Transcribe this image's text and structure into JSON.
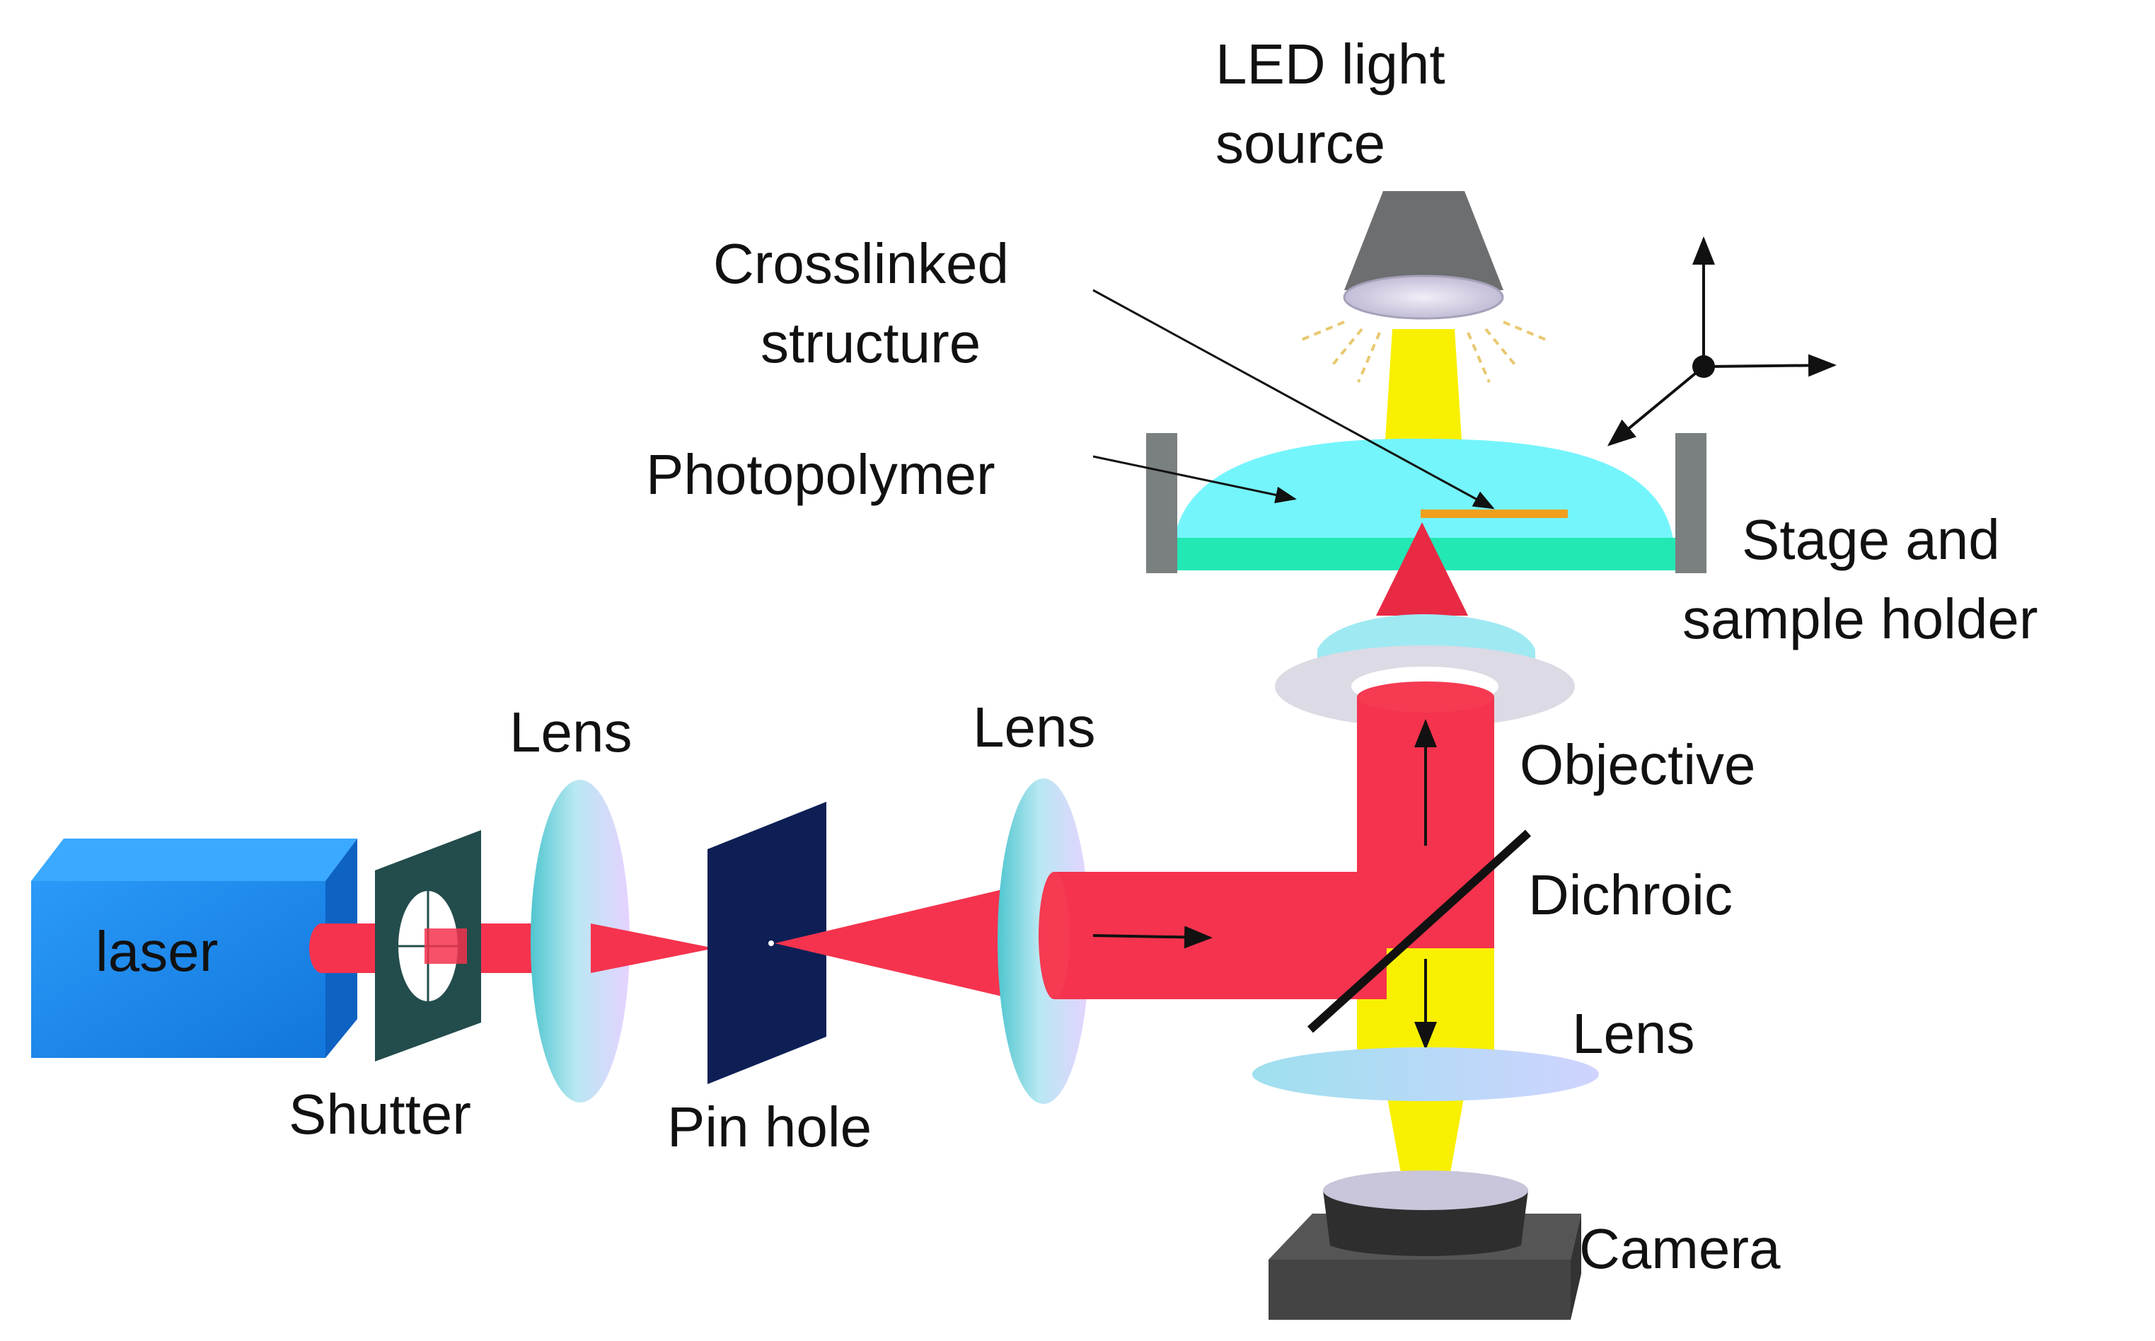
{
  "labels": {
    "led_source_line1": "LED light",
    "led_source_line2": "source",
    "crosslinked_line1": "Crosslinked",
    "crosslinked_line2": "structure",
    "photopolymer": "Photopolymer",
    "stage_line1": "Stage and",
    "stage_line2": "sample holder",
    "laser": "laser",
    "shutter": "Shutter",
    "lens_1": "Lens",
    "pinhole": "Pin hole",
    "lens_2": "Lens",
    "objective": "Objective",
    "dichroic": "Dichroic",
    "lens_3": "Lens",
    "camera": "Camera"
  },
  "colors": {
    "laser_body": "#1a7fe0",
    "laser_beam": "#f5334e",
    "led_beam": "#f8f000",
    "photopolymer": "#74f5fb",
    "stage_base": "#22e8b4",
    "stage_walls": "#7a7f80",
    "pinhole": "#0d1f55",
    "shutter": "#234c4c",
    "crosslinked": "#f0a01e",
    "lens": "#a8e4f0",
    "camera": "#4a4a4a"
  }
}
